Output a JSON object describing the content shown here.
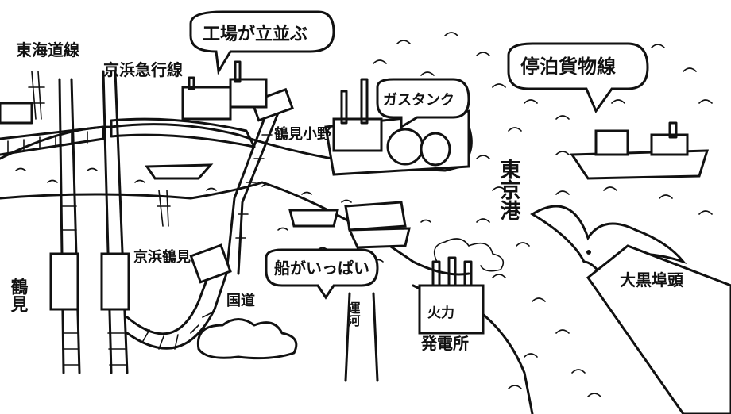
{
  "labels": {
    "tokaido_line": "東海道線",
    "keikyu_line": "京浜急行線",
    "factories": "工場が立並ぶ",
    "anchorage_line": "停泊貨物線",
    "gas_tank": "ガスタンク",
    "tsurumi_river": "鶴見小野",
    "tokyo_bay": "東京港",
    "keihin_tsurumi": "京浜鶴見",
    "tsurumi": "鶴見",
    "national_road": "国道",
    "boats_many": "船がいっぱい",
    "daikoku_pier": "大黒埠頭",
    "power_plant_line1": "火力",
    "power_plant_line2": "発電所",
    "canal": "運河"
  },
  "colors": {
    "ink": "#111111",
    "paper": "#ffffff"
  }
}
